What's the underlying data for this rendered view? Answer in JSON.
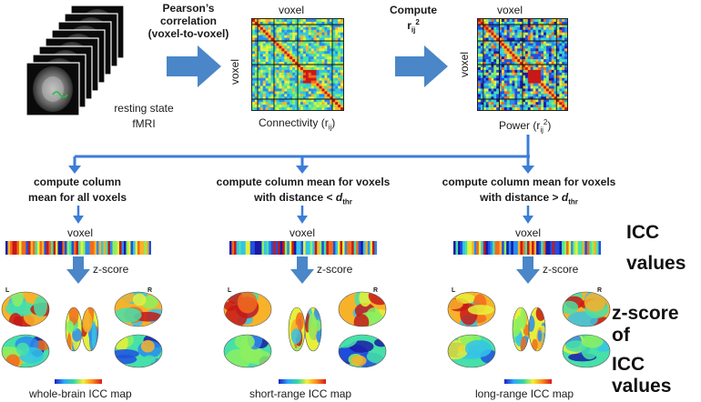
{
  "top": {
    "input_label_line1": "resting state",
    "input_label_line2": "fMRI",
    "step1_line1": "Pearson’s",
    "step1_line2": "correlation",
    "step1_line3": "(voxel-to-voxel)",
    "step2_line1": "Compute",
    "step2_base": "r",
    "step2_sub": "ij",
    "step2_sup": "2",
    "matrix1_top_label": "voxel",
    "matrix1_side_label": "voxel",
    "matrix1_caption_base": "Connectivity (r",
    "matrix1_caption_sub": "ij",
    "matrix1_caption_end": ")",
    "matrix2_top_label": "voxel",
    "matrix2_side_label": "voxel",
    "matrix2_caption_base": "Power (r",
    "matrix2_caption_sub": "ij",
    "matrix2_caption_sup": "2",
    "matrix2_caption_end": ")"
  },
  "branches": [
    {
      "title_line1": "compute column",
      "title_line2": "mean for all voxels",
      "title_sub": "",
      "strip_label": "voxel",
      "zscore_label": "z-score",
      "left_side": "L",
      "right_side": "R",
      "caption": "whole-brain ICC map"
    },
    {
      "title_line1": "compute column mean for voxels",
      "title_line2_pre": "with distance < ",
      "title_line2_var": "d",
      "title_line2_sub": "thr",
      "strip_label": "voxel",
      "zscore_label": "z-score",
      "left_side": "L",
      "right_side": "R",
      "caption": "short-range ICC map"
    },
    {
      "title_line1": "compute column mean for voxels",
      "title_line2_pre": "with distance > ",
      "title_line2_var": "d",
      "title_line2_sub": "thr",
      "strip_label": "voxel",
      "zscore_label": "z-score",
      "left_side": "L",
      "right_side": "R",
      "caption": "long-range ICC map"
    }
  ],
  "right_labels": {
    "icc_line1": "ICC",
    "icc_line2": "values",
    "z_line1": "z-score of",
    "z_line2": "ICC values"
  },
  "colors": {
    "arrow": "#4a86c8",
    "connector": "#3b7dd8"
  }
}
